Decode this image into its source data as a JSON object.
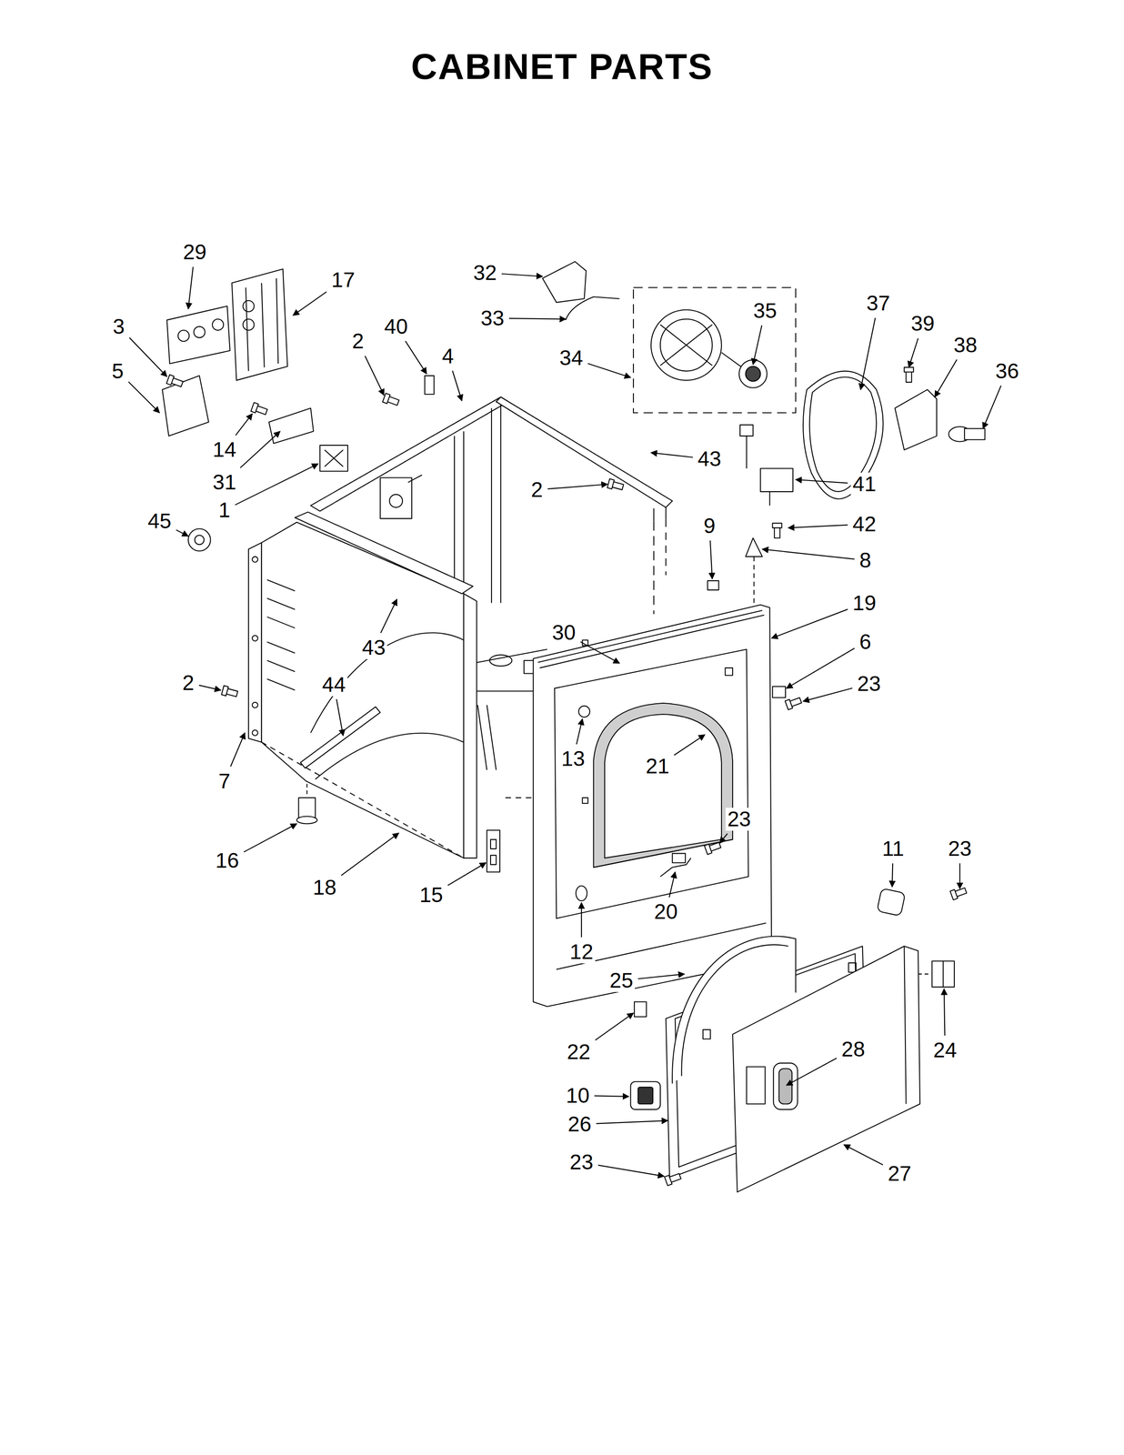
{
  "diagram": {
    "title": "CABINET PARTS",
    "labels": [
      "29",
      "17",
      "32",
      "33",
      "35",
      "37",
      "39",
      "38",
      "36",
      "3",
      "40",
      "2",
      "5",
      "4",
      "34",
      "43",
      "14",
      "31",
      "1",
      "2",
      "41",
      "45",
      "42",
      "9",
      "8",
      "19",
      "30",
      "6",
      "43",
      "2",
      "44",
      "23",
      "13",
      "21",
      "7",
      "23",
      "11",
      "23",
      "16",
      "18",
      "15",
      "20",
      "12",
      "25",
      "24",
      "28",
      "22",
      "10",
      "26",
      "23",
      "27"
    ]
  }
}
